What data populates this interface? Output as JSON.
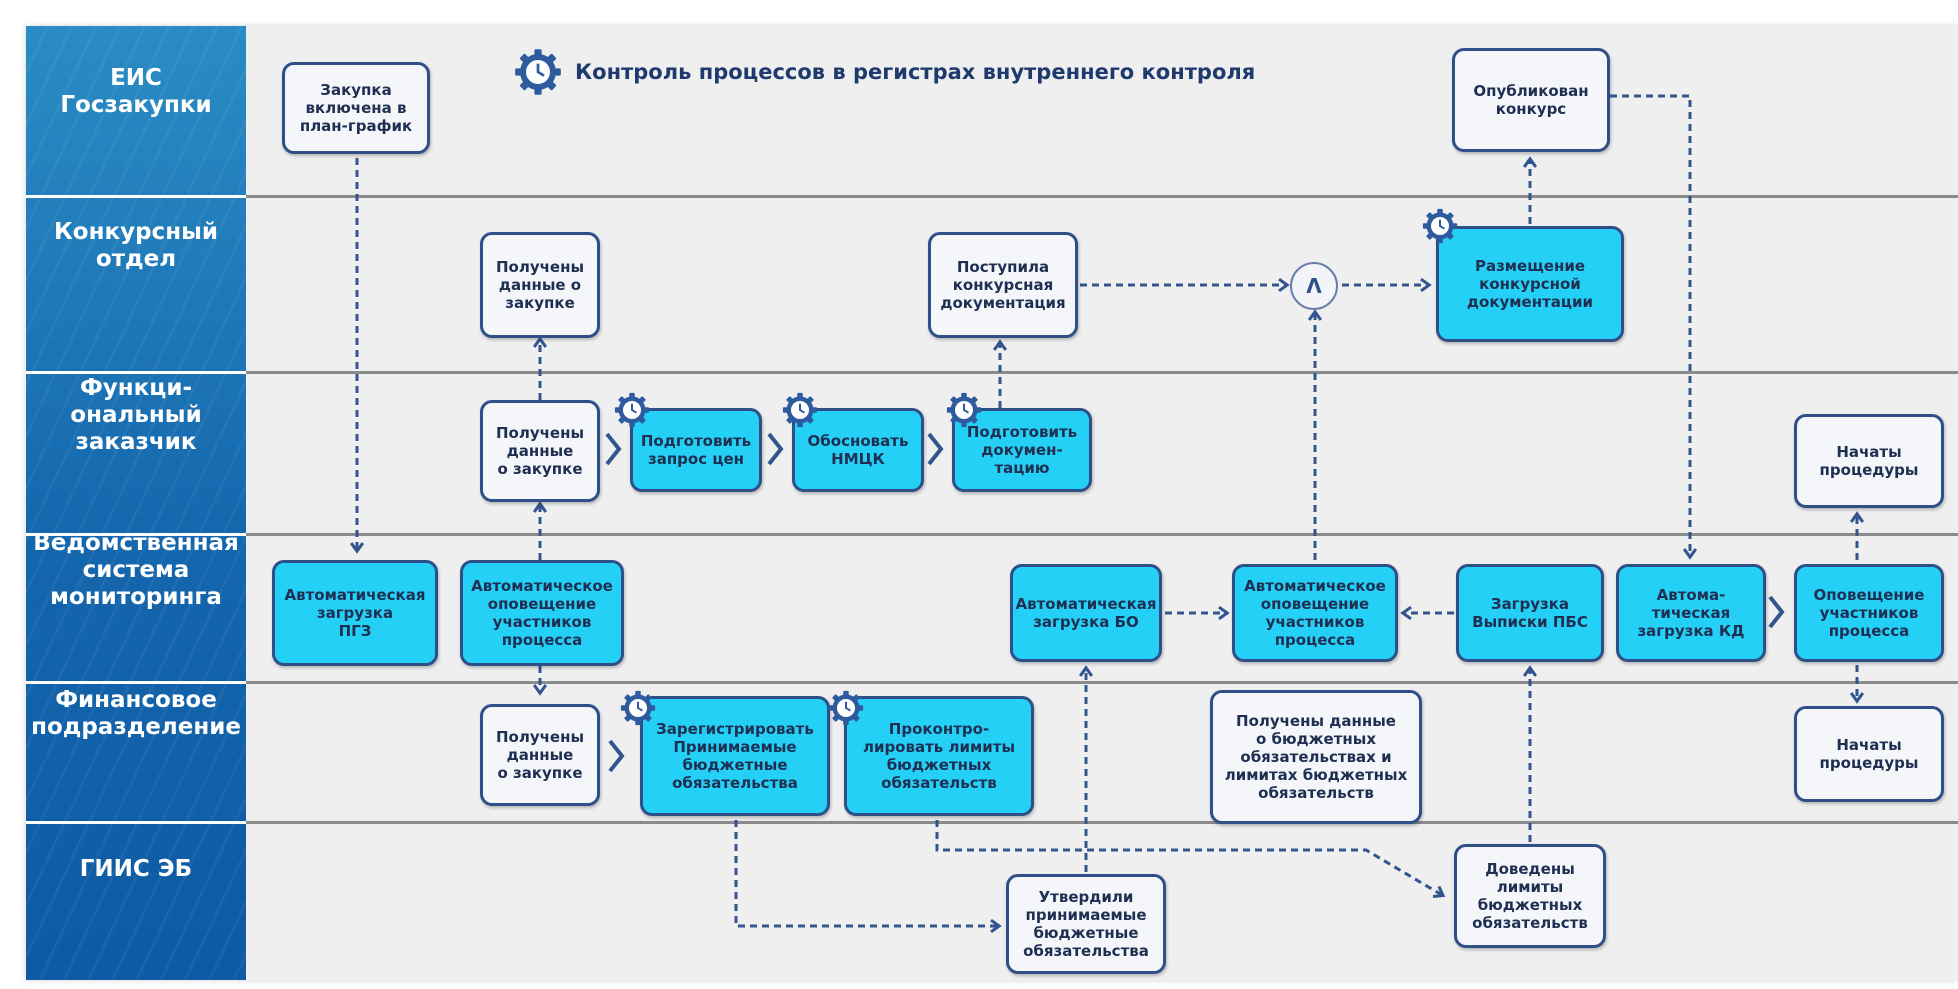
{
  "title": "Контроль процессов в регистрах внутреннего контроля",
  "lanes": [
    "ЕИС\nГосзакупки",
    "Конкурсный\nотдел",
    "Функци-\nональный\nзаказчик",
    "Ведомственная\nсистема\nмониторинга",
    "Финансовое\nподразделение",
    "ГИИС ЭБ"
  ],
  "nodes": {
    "zakupka_plan": "Закупка\nвключена в\nплан-график",
    "opublikovan": "Опубликован\nконкурс",
    "polucheny_konkurs": "Получены\nданные о\nзакупке",
    "postupila_doc": "Поступила\nконкурсная\nдокументация",
    "razmeschenie": "Размещение\nконкурсной\nдокументации",
    "polucheny_func": "Получены\nданные\nо закупке",
    "zapros_cen": "Подготовить\nзапрос цен",
    "nmck": "Обосновать\nНМЦК",
    "dokumentaciya": "Подготовить\nдокумен-\nтацию",
    "nachaty_1": "Начаты\nпроцедуры",
    "avto_pgz": "Автоматическая\nзагрузка\nПГЗ",
    "avto_opov_1": "Автоматическое\nоповещение\nучастников\nпроцесса",
    "avto_bo": "Автоматическая\nзагрузка БО",
    "avto_opov_2": "Автоматическое\nоповещение\nучастников\nпроцесса",
    "zagruzka_pbs": "Загрузка\nВыписки ПБС",
    "avto_kd": "Автома-\nтическая\nзагрузка КД",
    "opov_uch": "Оповещение\nучастников\nпроцесса",
    "polucheny_fin": "Получены\nданные\nо закупке",
    "registr_bo": "Зарегистрировать\nПринимаемые\nбюджетные\nобязательства",
    "kontrol_limity": "Проконтро-\nлировать лимиты\nбюджетных\nобязательств",
    "polucheny_bo": "Получены данные\nо бюджетных\nобязательствах и\nлимитах бюджетных\nобязательств",
    "nachaty_2": "Начаты\nпроцедуры",
    "utverdili": "Утвердили\nпринимаемые\nбюджетные\nобязательства",
    "dovedeny": "Доведены\nлимиты\nбюджетных\nобязательств"
  },
  "gateway_symbol": "Λ",
  "icons": {
    "control_marker": "gear-clock-icon"
  },
  "colors": {
    "lane_column": "#1466ad",
    "node_border": "#2e4f88",
    "active_node": "#25d0f6",
    "plain_node": "#f4f6fa",
    "connector": "#33558f",
    "background": "#efefef"
  }
}
